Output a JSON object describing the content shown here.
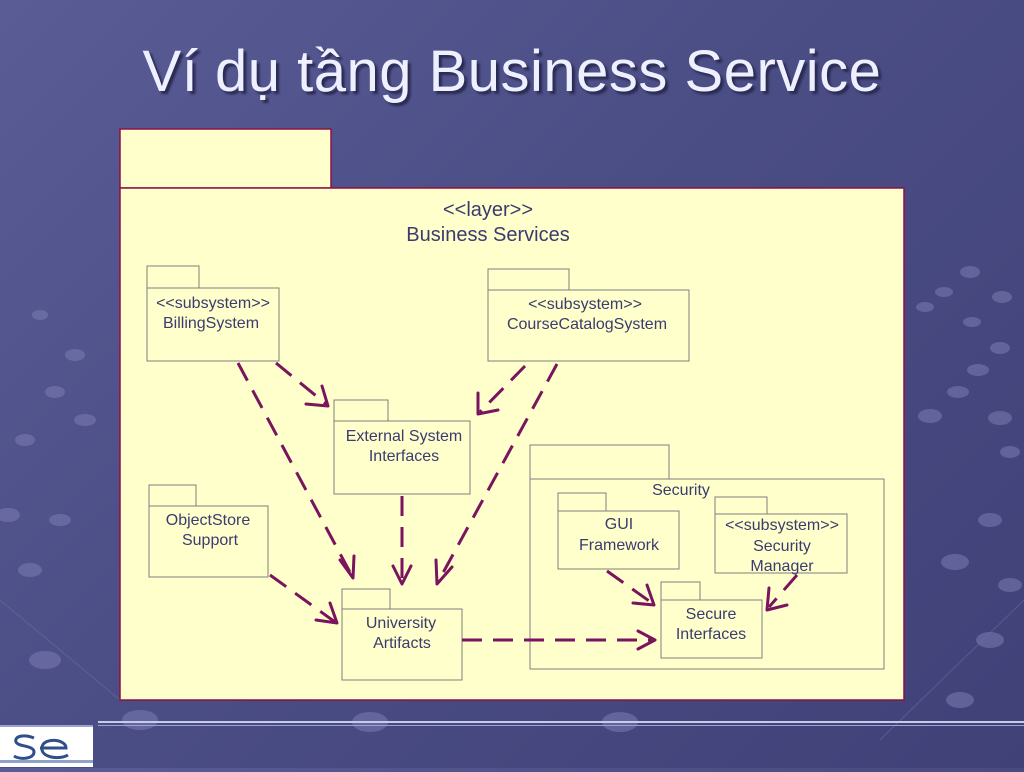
{
  "title": "Ví dụ tầng Business Service",
  "layer": {
    "stereotype": "<<layer>>",
    "name": "Business Services"
  },
  "packages": {
    "billing": {
      "stereotype": "<<subsystem>>",
      "name": "BillingSystem"
    },
    "course_catalog": {
      "stereotype": "<<subsystem>>",
      "name": "CourseCatalogSystem"
    },
    "external_system_interfaces": {
      "line1": "External System",
      "line2": "Interfaces"
    },
    "objectstore_support": {
      "line1": "ObjectStore",
      "line2": "Support"
    },
    "university_artifacts": {
      "line1": "University",
      "line2": "Artifacts"
    },
    "security": {
      "name": "Security"
    },
    "gui_framework": {
      "line1": "GUI",
      "line2": "Framework"
    },
    "security_manager": {
      "line1": "<<subsystem>>",
      "line2": "Security",
      "line3": "Manager"
    },
    "secure_interfaces": {
      "line1": "Secure",
      "line2": "Interfaces"
    }
  },
  "dependencies": [
    {
      "from": "BillingSystem",
      "to": "External System Interfaces"
    },
    {
      "from": "BillingSystem",
      "to": "University Artifacts"
    },
    {
      "from": "CourseCatalogSystem",
      "to": "External System Interfaces"
    },
    {
      "from": "CourseCatalogSystem",
      "to": "University Artifacts"
    },
    {
      "from": "External System Interfaces",
      "to": "University Artifacts"
    },
    {
      "from": "ObjectStore Support",
      "to": "University Artifacts"
    },
    {
      "from": "University Artifacts",
      "to": "Secure Interfaces"
    },
    {
      "from": "GUI Framework",
      "to": "Secure Interfaces"
    },
    {
      "from": "Security Manager",
      "to": "Secure Interfaces"
    }
  ],
  "colors": {
    "background": "#4b4d85",
    "title": "#eef0ff",
    "package_fill": "#ffffcc",
    "frame_border": "#8b1048",
    "arrow": "#7a145e",
    "text": "#3b3b70"
  },
  "logo": {
    "icon": "se-logo"
  }
}
